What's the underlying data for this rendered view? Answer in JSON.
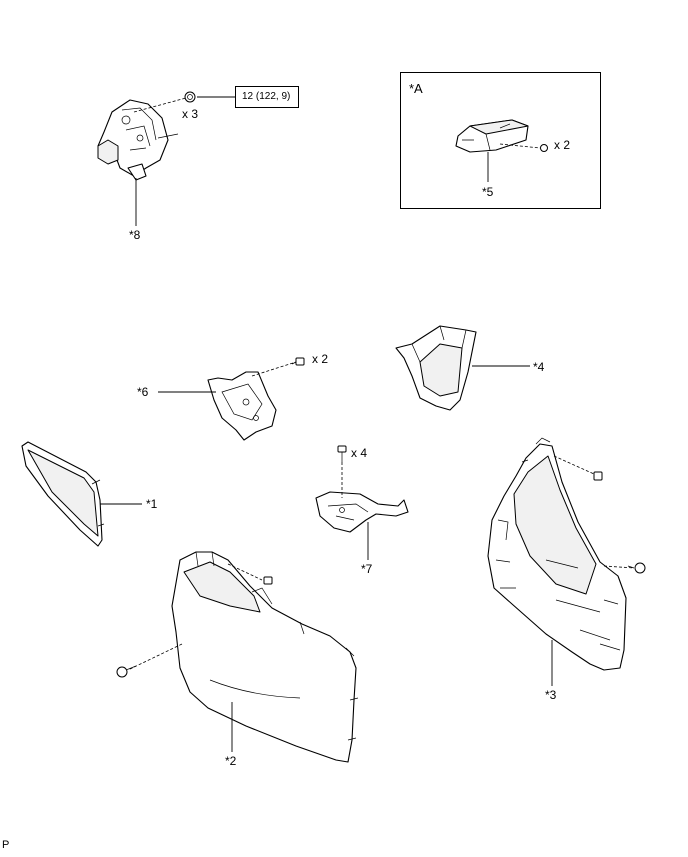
{
  "figure_code": "P",
  "inset": {
    "label": "*A"
  },
  "torque": {
    "value": "12 (122, 9)"
  },
  "quantities": {
    "part8_nuts": "x 3",
    "part5_bolts": "x 2",
    "part6_bolts": "x 2",
    "part7_bolts": "x 4"
  },
  "callouts": {
    "part1": "*1",
    "part2": "*2",
    "part3": "*3",
    "part4": "*4",
    "part5": "*5",
    "part6": "*6",
    "part7": "*7",
    "part8": "*8"
  }
}
